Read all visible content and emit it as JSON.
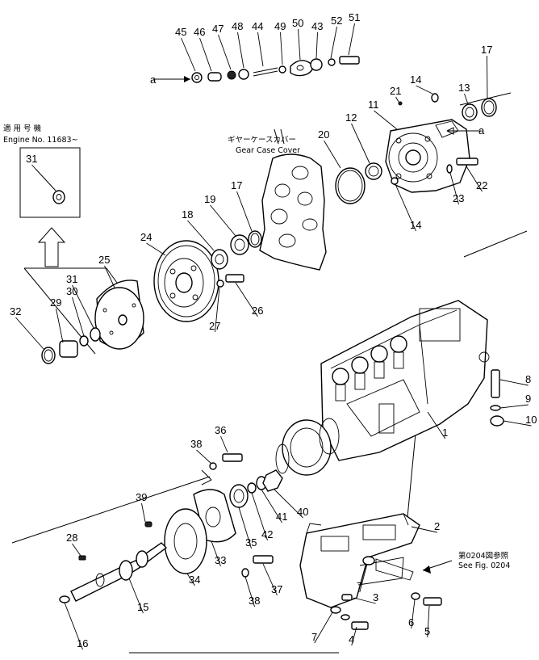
{
  "notes": {
    "inset_jp": "適 用 号 機",
    "inset_engine": "Engine No. 11683~",
    "gear_case_jp": "ギヤーケースカバー",
    "gear_case_en": "Gear Case Cover",
    "see_fig_jp": "第0204図参照",
    "see_fig_en": "See Fig. 0204",
    "ref_a_left": "a",
    "ref_a_right": "a"
  },
  "callouts": [
    "1",
    "2",
    "3",
    "4",
    "5",
    "6",
    "7",
    "7",
    "8",
    "9",
    "10",
    "11",
    "12",
    "13",
    "14",
    "14",
    "15",
    "16",
    "17",
    "17",
    "18",
    "19",
    "20",
    "21",
    "22",
    "23",
    "24",
    "25",
    "26",
    "27",
    "28",
    "29",
    "30",
    "31",
    "31",
    "32",
    "33",
    "34",
    "35",
    "36",
    "37",
    "38",
    "38",
    "39",
    "40",
    "41",
    "42",
    "43",
    "44",
    "45",
    "46",
    "47",
    "48",
    "49",
    "50",
    "51",
    "52"
  ]
}
